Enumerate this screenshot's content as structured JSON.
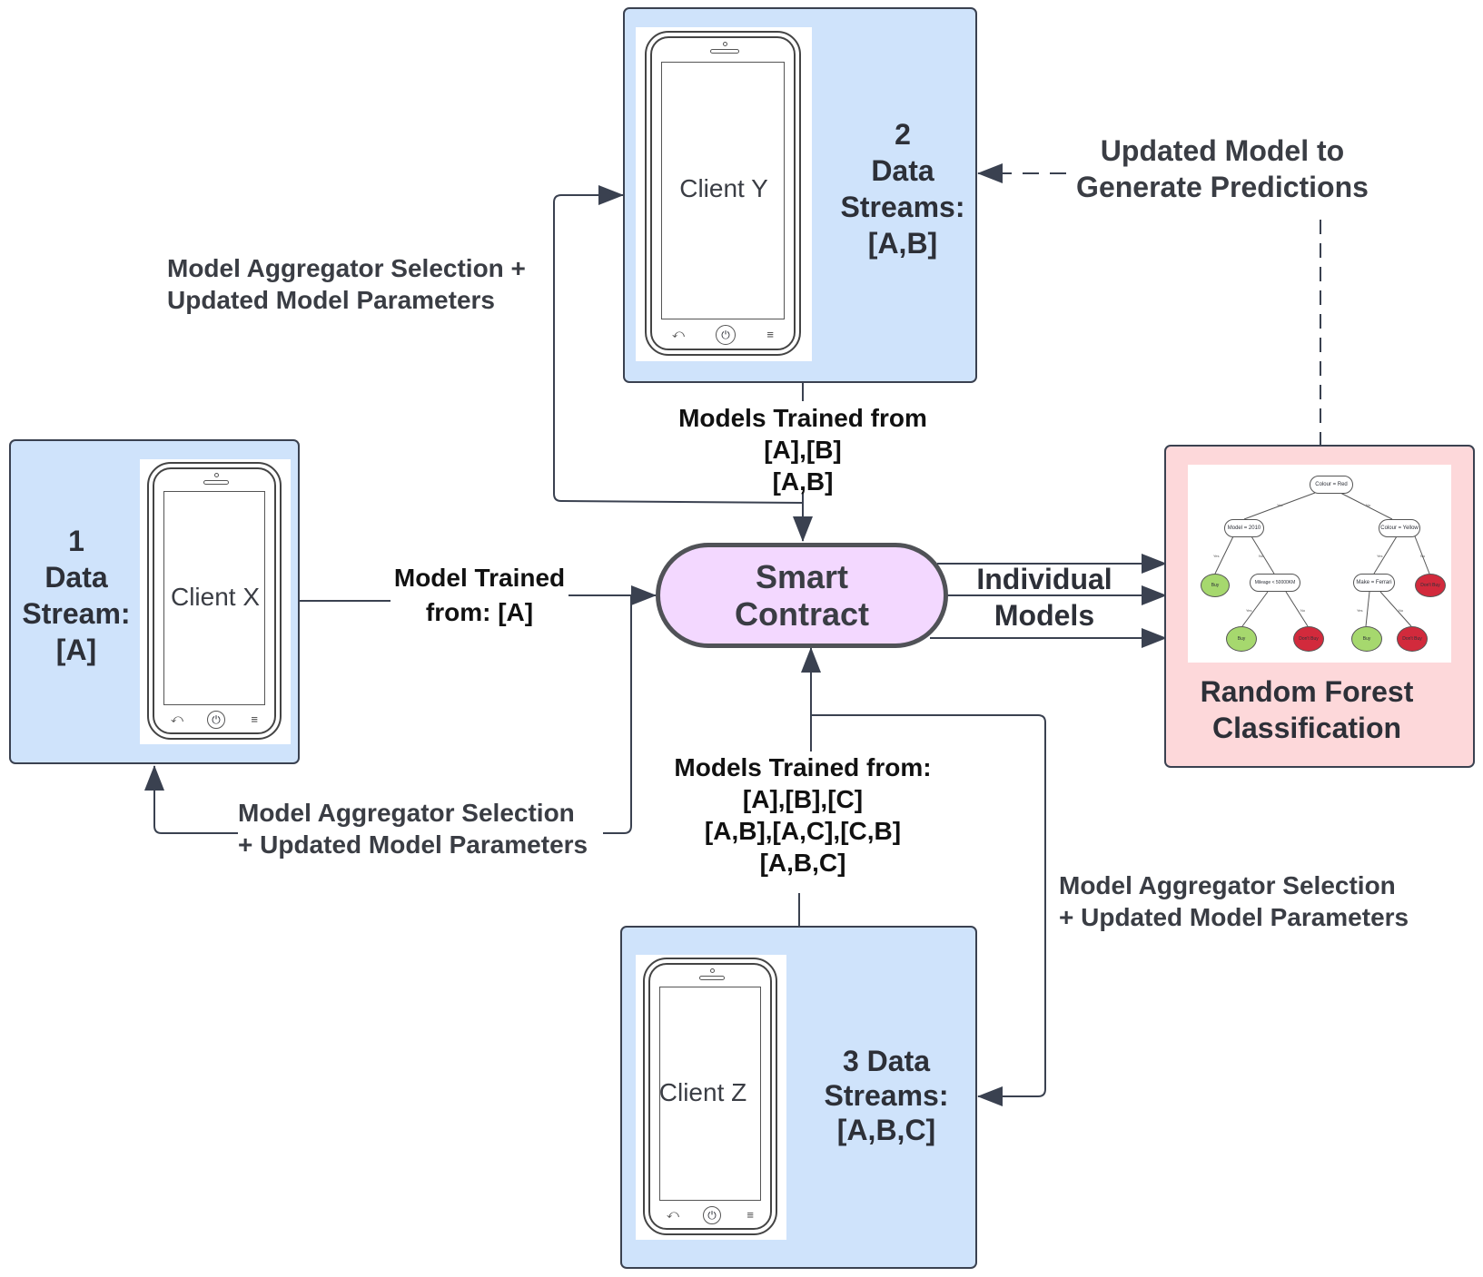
{
  "colors": {
    "client_box": "#cfe3fb",
    "rf_box": "#fdd8da",
    "smart_contract": "#f3d8ff",
    "leaf_buy": "#a6d86e",
    "leaf_dont_buy": "#d22a3c",
    "line": "#3a4150"
  },
  "client_x": {
    "name": "Client X",
    "streams": [
      "1",
      "Data",
      "Stream:",
      "[A]"
    ]
  },
  "client_y": {
    "name": "Client Y",
    "streams": [
      "2",
      "Data",
      "Streams:",
      "[A,B]"
    ]
  },
  "client_z": {
    "name": "Client Z",
    "streams": [
      "3 Data",
      "Streams:",
      "[A,B,C]"
    ]
  },
  "smart_contract": {
    "lines": [
      "Smart",
      "Contract"
    ]
  },
  "random_forest": {
    "title_lines": [
      "Random Forest",
      "Classification"
    ],
    "tree": {
      "root": "Colour = Red",
      "left": "Model = 2010",
      "right": "Colour = Yellow",
      "left_right": "Mileage < 50000KM",
      "right_left": "Make = Ferrari",
      "edge_yes": "Yes",
      "edge_no": "No",
      "leaf_buy": "Buy",
      "leaf_dont_buy": "Don't Buy"
    }
  },
  "labels": {
    "agg_y": [
      "Model Aggregator Selection +",
      "Updated Model Parameters"
    ],
    "agg_x": [
      "Model Aggregator Selection",
      "+ Updated Model Parameters"
    ],
    "agg_z": [
      "Model Aggregator Selection",
      "+ Updated Model Parameters"
    ],
    "trained_y": [
      "Models Trained from",
      "[A],[B]",
      "[A,B]"
    ],
    "trained_x": [
      "Model Trained",
      "from: [A]"
    ],
    "trained_z": [
      "Models Trained from:",
      "[A],[B],[C]",
      "[A,B],[A,C],[C,B]",
      "[A,B,C]"
    ],
    "individual": [
      "Individual",
      "Models"
    ],
    "predictions": [
      "Updated Model to",
      "Generate Predictions"
    ]
  }
}
